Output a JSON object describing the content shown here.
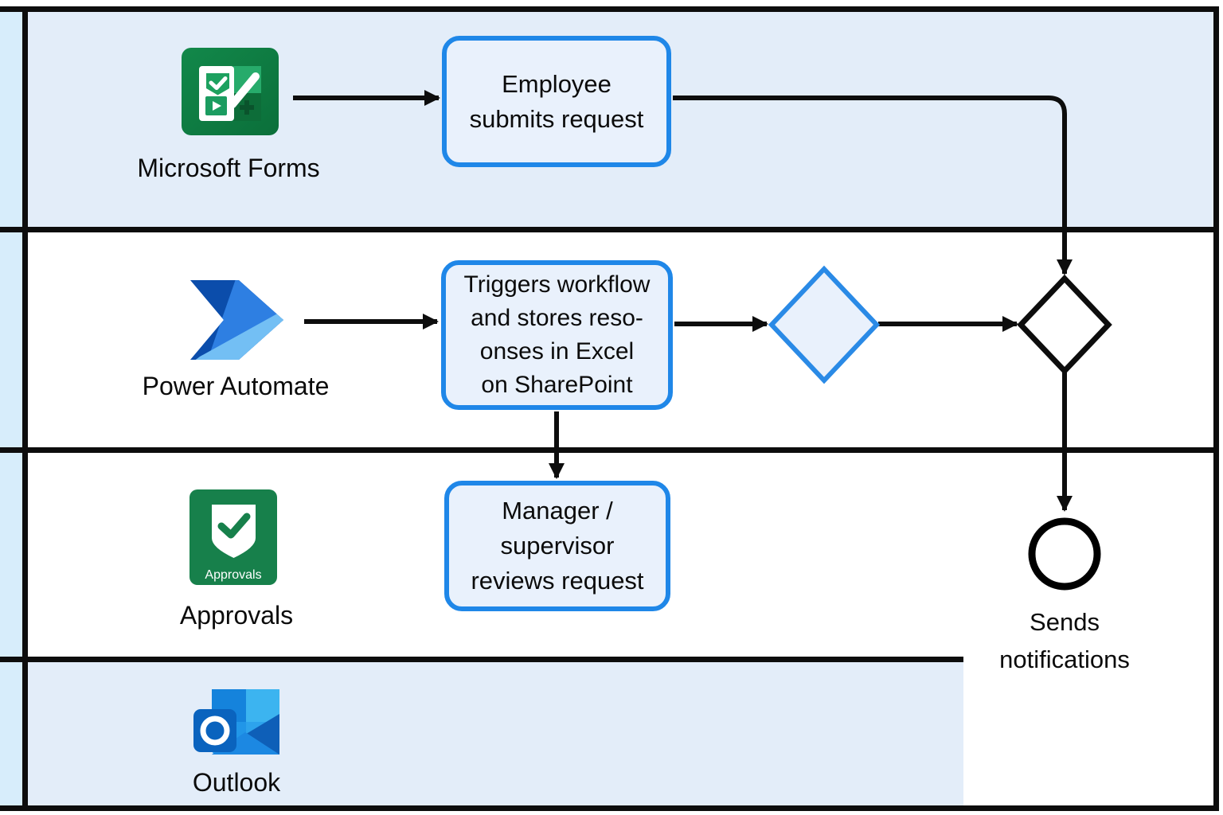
{
  "colors": {
    "accent-blue": "#1f87e8",
    "gateway-blue": "#2a8ae6",
    "node-fill": "#e9f1fc",
    "lane-blue": "#e3edf9",
    "strip-blue": "#d7edfb",
    "line-black": "#0d0d0d",
    "forms-green": "#0e7c41",
    "forms-green-light": "#27ab6b",
    "forms-green-dark": "#0d6d39",
    "approvals-green": "#17804b",
    "outlook-blue-front": "#0a63be",
    "outlook-blue-back": "#2196e8",
    "pa-dark": "#0b4dab",
    "pa-mid": "#2e7fe2",
    "pa-light": "#73bff4"
  },
  "lanes": [
    {
      "label": "Microsoft Forms"
    },
    {
      "label": "Power Automate"
    },
    {
      "label": "Approvals"
    },
    {
      "label": "Outlook"
    }
  ],
  "nodes": {
    "employee": {
      "text": "Employee\nsubmits request"
    },
    "triggers": {
      "text": "Triggers workflow\nand stores reso-\nonses in Excel\non SharePoint"
    },
    "manager": {
      "text": "Manager /\nsupervisor\nreviews request"
    }
  },
  "end_event": {
    "label": "Sends\nnotifications"
  },
  "approvals_badge": "Approvals"
}
